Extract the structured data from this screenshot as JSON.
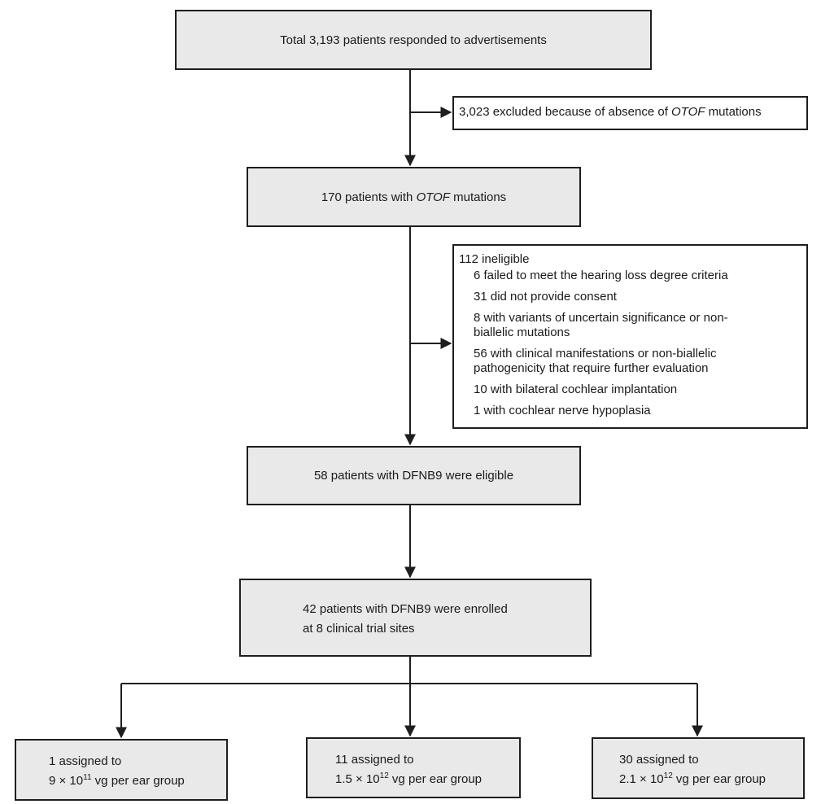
{
  "box_total": "Total 3,193 patients responded to advertisements",
  "box_excluded": {
    "prefix": "3,023 excluded because of absence of ",
    "gene": "OTOF",
    "suffix": " mutations"
  },
  "box_mutations": {
    "prefix": "170 patients with ",
    "gene": "OTOF",
    "suffix": " mutations"
  },
  "box_ineligible": {
    "title": "112 ineligible",
    "items": [
      "6 failed to meet the hearing loss degree criteria",
      "31 did not provide consent",
      "8 with variants of uncertain significance or non-biallelic mutations",
      "56 with clinical manifestations or non-biallelic pathogenicity that require further evaluation",
      "10 with bilateral cochlear implantation",
      "1 with cochlear nerve hypoplasia"
    ]
  },
  "box_eligible": "58 patients with DFNB9 were eligible",
  "box_enrolled": {
    "line1": "42 patients with DFNB9 were enrolled",
    "line2": "at 8 clinical trial sites"
  },
  "arms": [
    {
      "line1": "1 assigned to",
      "mantissa": "9 × 10",
      "exponent": "11",
      "suffix": " vg per ear group"
    },
    {
      "line1": "11 assigned to",
      "mantissa": "1.5 × 10",
      "exponent": "12",
      "suffix": " vg per ear group"
    },
    {
      "line1": "30 assigned to",
      "mantissa": "2.1 × 10",
      "exponent": "12",
      "suffix": " vg per ear group"
    }
  ]
}
